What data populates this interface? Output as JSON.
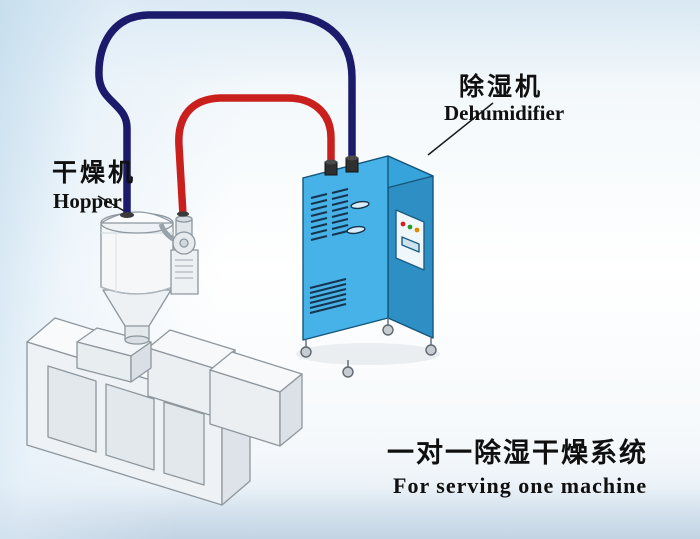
{
  "diagram": {
    "labels": {
      "hopper_zh": "干燥机",
      "hopper_en": "Hopper",
      "dehumidifier_zh": "除湿机",
      "dehumidifier_en": "Dehumidifier",
      "caption_zh": "一对一除湿干燥系统",
      "caption_en": "For serving one machine"
    },
    "colors": {
      "pipe_return": "#1c1a6b",
      "pipe_supply": "#c9201e",
      "dehumidifier_front": "#47b2e8",
      "dehumidifier_side": "#2d8fc4",
      "dehumidifier_top": "#36a3da",
      "vent": "#17344e",
      "label_text": "#101010"
    }
  }
}
